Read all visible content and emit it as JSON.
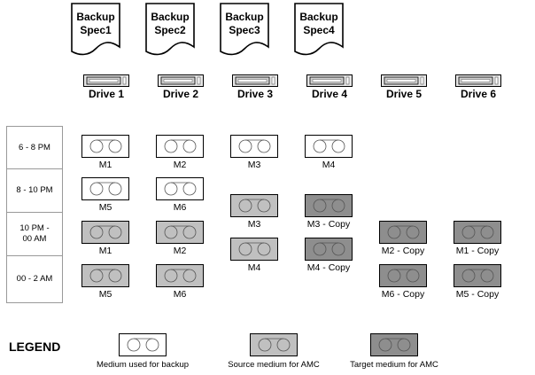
{
  "backup_specs": [
    {
      "label_line1": "Backup",
      "label_line2": "Spec1"
    },
    {
      "label_line1": "Backup",
      "label_line2": "Spec2"
    },
    {
      "label_line1": "Backup",
      "label_line2": "Spec3"
    },
    {
      "label_line1": "Backup",
      "label_line2": "Spec4"
    }
  ],
  "drives": [
    {
      "label": "Drive 1"
    },
    {
      "label": "Drive 2"
    },
    {
      "label": "Drive 3"
    },
    {
      "label": "Drive 4"
    },
    {
      "label": "Drive 5"
    },
    {
      "label": "Drive 6"
    }
  ],
  "time_slots": [
    {
      "label": "6 - 8 PM"
    },
    {
      "label": "8 - 10 PM"
    },
    {
      "label_line1": "10 PM -",
      "label_line2": "00 AM"
    },
    {
      "label": "00 - 2 AM"
    }
  ],
  "media": [
    {
      "label": "M1",
      "type": "backup",
      "drive": 1,
      "slot": "6 - 8 PM"
    },
    {
      "label": "M2",
      "type": "backup",
      "drive": 2,
      "slot": "6 - 8 PM"
    },
    {
      "label": "M3",
      "type": "backup",
      "drive": 3,
      "slot": "6 - 8 PM"
    },
    {
      "label": "M4",
      "type": "backup",
      "drive": 4,
      "slot": "6 - 8 PM"
    },
    {
      "label": "M5",
      "type": "backup",
      "drive": 1,
      "slot": "8 - 10 PM"
    },
    {
      "label": "M6",
      "type": "backup",
      "drive": 2,
      "slot": "8 - 10 PM"
    },
    {
      "label": "M3",
      "type": "source",
      "drive": 3,
      "slot": "8 - 10 PM / 10 PM - 00 AM"
    },
    {
      "label": "M3 - Copy",
      "type": "target",
      "drive": 4,
      "slot": "8 - 10 PM / 10 PM - 00 AM"
    },
    {
      "label": "M1",
      "type": "source",
      "drive": 1,
      "slot": "10 PM - 00 AM"
    },
    {
      "label": "M2",
      "type": "source",
      "drive": 2,
      "slot": "10 PM - 00 AM"
    },
    {
      "label": "M4",
      "type": "source",
      "drive": 3,
      "slot": "10 PM - 00 AM / 00 - 2 AM"
    },
    {
      "label": "M4 - Copy",
      "type": "target",
      "drive": 4,
      "slot": "10 PM - 00 AM / 00 - 2 AM"
    },
    {
      "label": "M2 - Copy",
      "type": "target",
      "drive": 5,
      "slot": "10 PM - 00 AM"
    },
    {
      "label": "M1 - Copy",
      "type": "target",
      "drive": 6,
      "slot": "10 PM - 00 AM"
    },
    {
      "label": "M5",
      "type": "source",
      "drive": 1,
      "slot": "00 - 2 AM"
    },
    {
      "label": "M6",
      "type": "source",
      "drive": 2,
      "slot": "00 - 2 AM"
    },
    {
      "label": "M6 - Copy",
      "type": "target",
      "drive": 5,
      "slot": "00 - 2 AM"
    },
    {
      "label": "M5 - Copy",
      "type": "target",
      "drive": 6,
      "slot": "00 - 2 AM"
    }
  ],
  "legend": {
    "title": "LEGEND",
    "items": [
      {
        "type": "backup",
        "label": "Medium used for backup"
      },
      {
        "type": "source",
        "label": "Source medium for AMC"
      },
      {
        "type": "target",
        "label": "Target medium for AMC"
      }
    ]
  },
  "colors": {
    "backup": "#ffffff",
    "source": "#c0c0c0",
    "target": "#8e8e8e"
  }
}
